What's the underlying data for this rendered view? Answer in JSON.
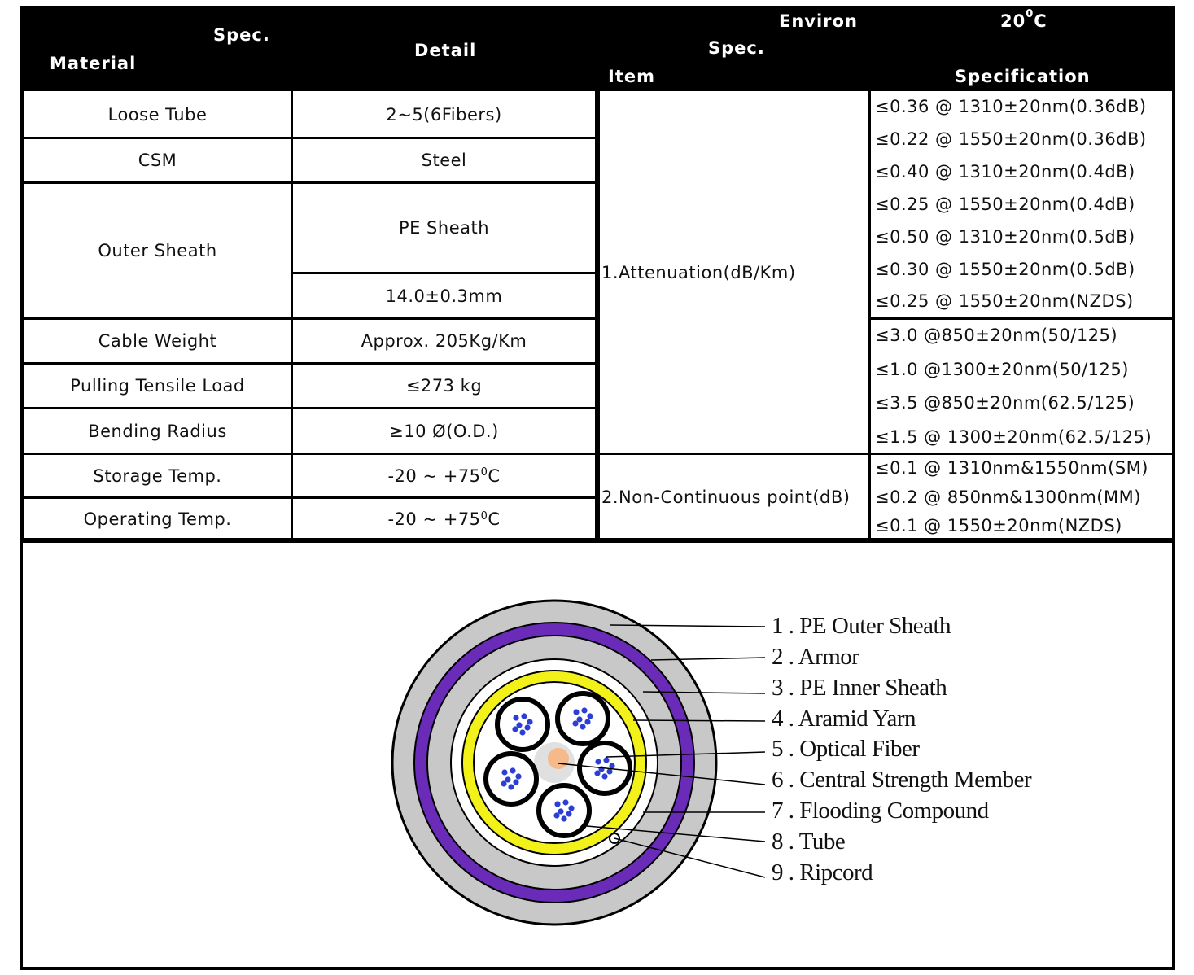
{
  "header": {
    "spec_left": "Spec.",
    "material": "Material",
    "detail": "Detail",
    "environ": "Environ",
    "temp_base": "20",
    "temp_sup": "0",
    "temp_unit": "C",
    "spec_right": "Spec.",
    "item": "Item",
    "specification": "Specification"
  },
  "materials": [
    {
      "material": "Loose Tube",
      "detail": "2~5(6Fibers)"
    },
    {
      "material": "CSM",
      "detail": "Steel"
    },
    {
      "material": "Outer Sheath",
      "detail": "PE Sheath",
      "detail2": "14.0±0.3mm"
    },
    {
      "material": "Cable Weight",
      "detail": "Approx. 205Kg/Km"
    },
    {
      "material": "Pulling Tensile Load",
      "detail": "≤273 kg"
    },
    {
      "material": "Bending Radius",
      "detail": "≥10 Ø(O.D.)"
    },
    {
      "material": "Storage Temp.",
      "detail_pre": "-20 ~ +75",
      "detail_sup": "0",
      "detail_post": "C"
    },
    {
      "material": "Operating Temp.",
      "detail_pre": "-20 ~ +75",
      "detail_sup": "0",
      "detail_post": "C"
    }
  ],
  "items": [
    {
      "name": "1.Attenuation(dB/Km)",
      "group1": [
        "≤0.36 @ 1310±20nm(0.36dB)",
        "≤0.22 @ 1550±20nm(0.36dB)",
        "≤0.40 @ 1310±20nm(0.4dB)",
        "≤0.25 @ 1550±20nm(0.4dB)",
        "≤0.50 @ 1310±20nm(0.5dB)",
        "≤0.30 @ 1550±20nm(0.5dB)",
        "≤0.25 @ 1550±20nm(NZDS)"
      ],
      "group2": [
        "≤3.0 @850±20nm(50/125)",
        "≤1.0 @1300±20nm(50/125)",
        "≤3.5 @850±20nm(62.5/125)",
        "≤1.5 @ 1300±20nm(62.5/125)"
      ]
    },
    {
      "name": "2.Non-Continuous point(dB)",
      "specs": [
        "≤0.1 @ 1310nm&1550nm(SM)",
        "≤0.2 @ 850nm&1300nm(MM)",
        "≤0.1 @ 1550±20nm(NZDS)"
      ]
    }
  ],
  "diagram": {
    "labels": [
      "1 . PE Outer Sheath",
      "2 . Armor",
      "3 . PE Inner Sheath",
      "4 . Aramid Yarn",
      "5 . Optical Fiber",
      "6 . Central Strength Member",
      "7 . Flooding Compound",
      "8 . Tube",
      "9 . Ripcord"
    ],
    "colors": {
      "outer_sheath": "#c8c8c8",
      "armor": "#6a2bb8",
      "inner_sheath": "#c8c8c8",
      "aramid_yarn": "#f2f21a",
      "fiber": "#2b3fd8",
      "strength_member": "#f5b98a"
    }
  }
}
